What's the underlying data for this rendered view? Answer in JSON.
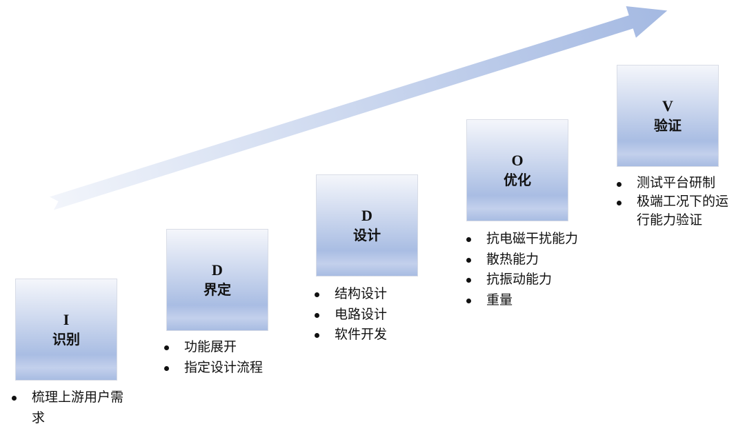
{
  "stages": [
    {
      "letter": "I",
      "name": "识别",
      "items": [
        "梳理上游用户需求"
      ]
    },
    {
      "letter": "D",
      "name": "界定",
      "items": [
        "功能展开",
        "指定设计流程"
      ]
    },
    {
      "letter": "D",
      "name": "设计",
      "items": [
        "结构设计",
        "电路设计",
        "软件开发"
      ]
    },
    {
      "letter": "O",
      "name": "优化",
      "items": [
        "抗电磁干扰能力",
        "散热能力",
        "抗振动能力",
        "重量"
      ]
    },
    {
      "letter": "V",
      "name": "验证",
      "items": [
        "测试平台研制",
        "极端工况下的运行能力验证"
      ]
    }
  ],
  "colors": {
    "arrow_start": "#f2f5fb",
    "arrow_end": "#a4b9e2",
    "box": "#a9bde3"
  }
}
